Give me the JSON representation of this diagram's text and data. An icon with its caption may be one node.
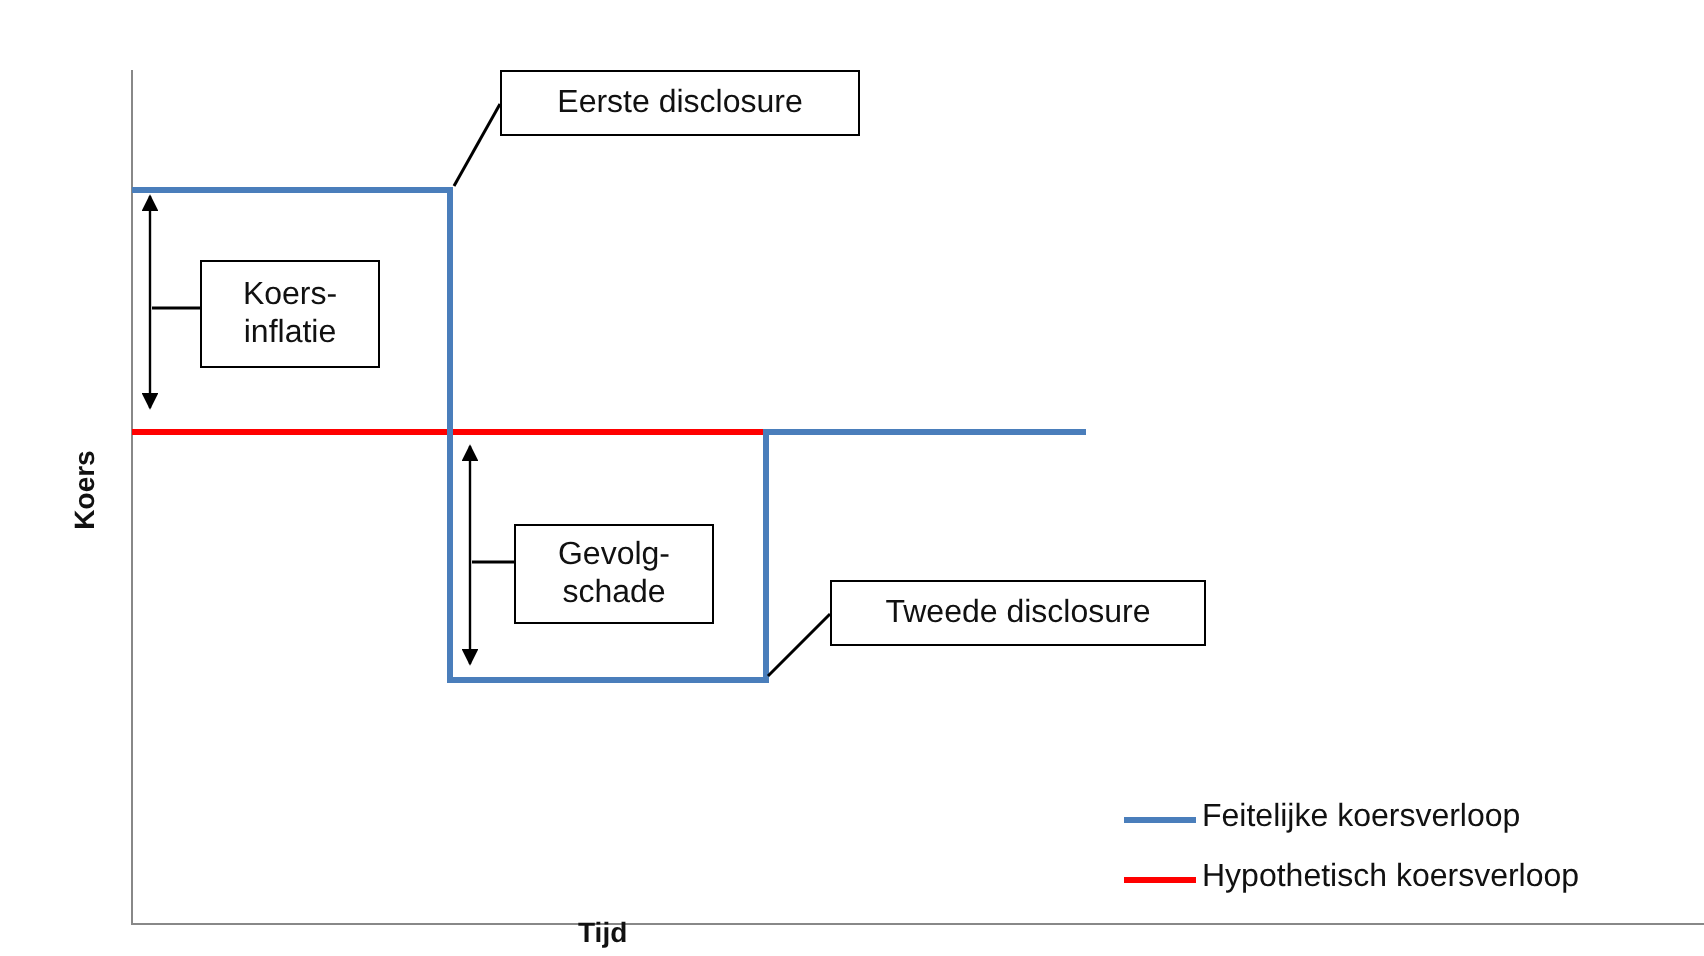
{
  "diagram": {
    "nodes": [
      {
        "text": [
          "Eerste disclosure"
        ]
      },
      {
        "text": [
          "Koers- inflatie"
        ]
      },
      {
        "text": [
          "Gevolg- schade"
        ]
      },
      {
        "text": [
          "Tweede disclosure"
        ]
      }
    ],
    "edges": [
      {
        "from": 0,
        "to": null,
        "arrow": "none"
      },
      {
        "from": 1,
        "to": null,
        "arrow": "none"
      },
      {
        "from": 2,
        "to": null,
        "arrow": "none"
      },
      {
        "from": 3,
        "to": null,
        "arrow": "none"
      }
    ],
    "labels": [
      "Koers",
      "Tijd"
    ],
    "legend": [
      {
        "text": "Feitelijke koersverloop",
        "color": "#4a7ebb"
      },
      {
        "text": "Hypothetisch koersverloop",
        "color": "#ff0000"
      }
    ]
  }
}
